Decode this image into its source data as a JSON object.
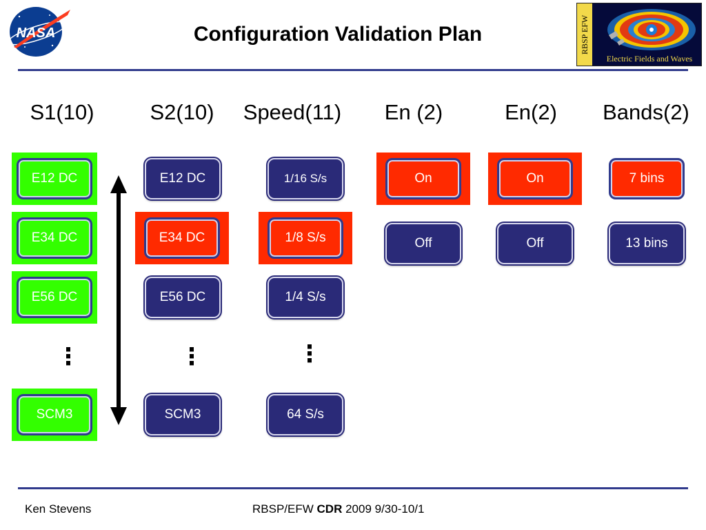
{
  "header": {
    "title": "Configuration Validation Plan",
    "nasa_logo_text": "NASA",
    "efw_logo_side_text": "RBSP EFW",
    "efw_logo_caption": "Electric Fields and Waves"
  },
  "columns": [
    {
      "header": "S1(10)",
      "items": [
        "E12 DC",
        "E34 DC",
        "E56 DC",
        "SCM3"
      ],
      "highlighted": [
        "E12 DC",
        "E34 DC",
        "E56 DC",
        "SCM3"
      ],
      "highlight_color": "#33ff00"
    },
    {
      "header": "S2(10)",
      "items": [
        "E12 DC",
        "E34 DC",
        "E56 DC",
        "SCM3"
      ],
      "highlighted": [
        "E34 DC"
      ],
      "highlight_color": "#ff2a00"
    },
    {
      "header": "Speed(11)",
      "items": [
        "1/16 S/s",
        "1/8 S/s",
        "1/4 S/s",
        "64 S/s"
      ],
      "highlighted": [
        "1/8 S/s"
      ],
      "highlight_color": "#ff2a00"
    },
    {
      "header": "En (2)",
      "items": [
        "On",
        "Off"
      ],
      "highlighted": [
        "On"
      ],
      "highlight_color": "#ff2a00"
    },
    {
      "header": "En(2)",
      "items": [
        "On",
        "Off"
      ],
      "highlighted": [
        "On"
      ],
      "highlight_color": "#ff2a00"
    },
    {
      "header": "Bands(2)",
      "items": [
        "7 bins",
        "13 bins"
      ],
      "highlighted": [
        "7 bins"
      ],
      "highlight_color": "#ff2a00"
    }
  ],
  "ellipsis": "⋮",
  "colors": {
    "button_navy": "#2a2a78",
    "highlight_green": "#33ff00",
    "highlight_red": "#ff2a00",
    "rule": "#303a8c"
  },
  "footer": {
    "author": "Ken Stevens",
    "doc_prefix": "RBSP/EFW ",
    "doc_bold": "CDR",
    "doc_suffix": " 2009 9/30-10/1"
  }
}
